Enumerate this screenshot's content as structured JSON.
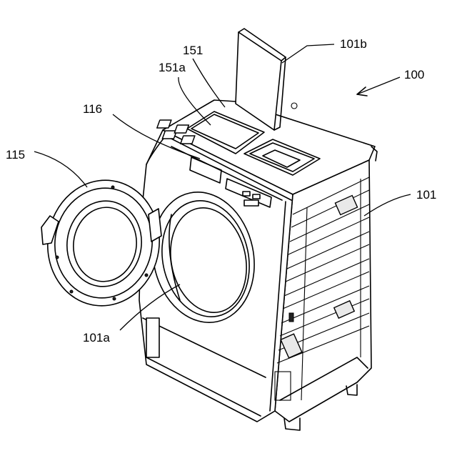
{
  "figure": {
    "labels": {
      "l100": "100",
      "l101": "101",
      "l101a": "101a",
      "l101b": "101b",
      "l115": "115",
      "l116": "116",
      "l151": "151",
      "l151a": "151a"
    }
  }
}
